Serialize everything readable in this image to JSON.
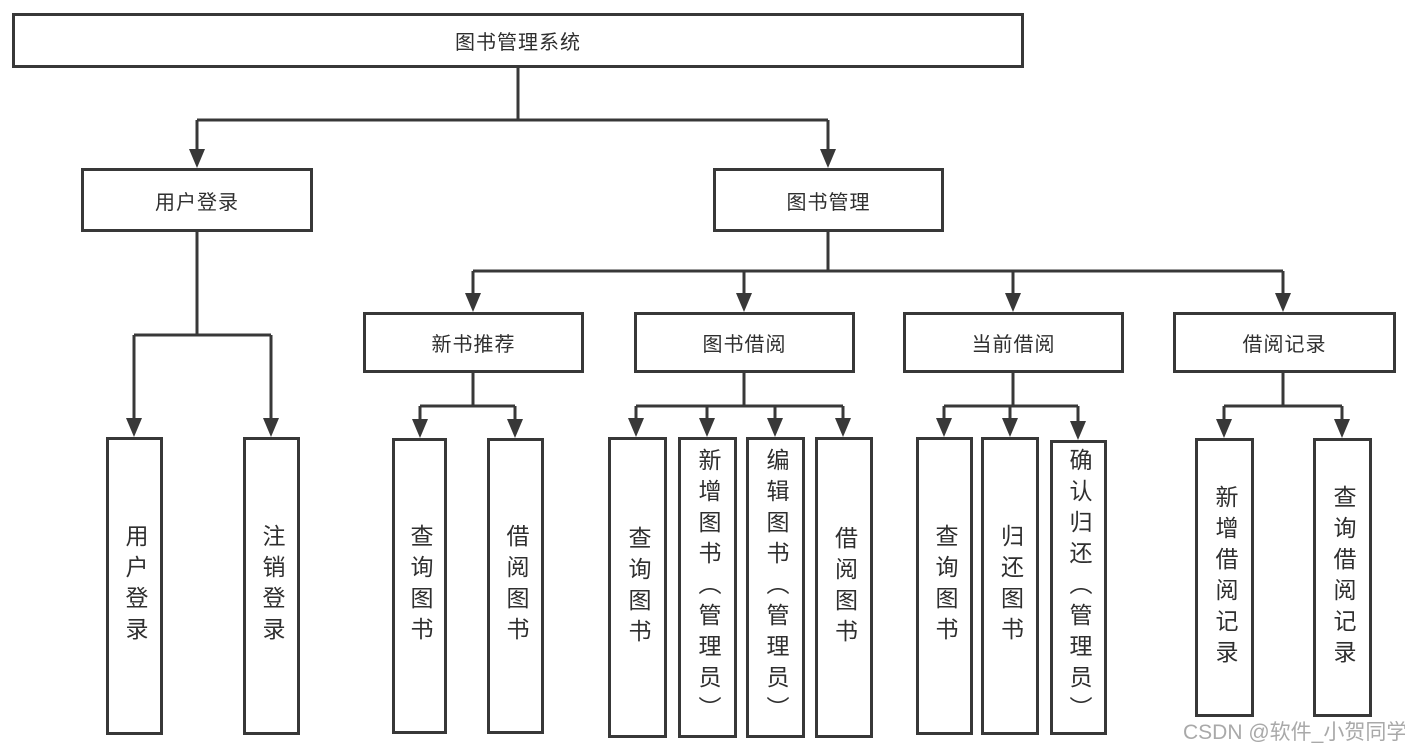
{
  "colors": {
    "line": "#383838",
    "text": "#2f2f2f",
    "box_background": "#ffffff",
    "watermark": "#a9a9a9"
  },
  "watermark": {
    "text": "CSDN @软件_小贺同学"
  },
  "tree": {
    "root": {
      "label": "图书管理系统"
    },
    "login": {
      "label": "用户登录",
      "children": [
        {
          "label": "用户登录"
        },
        {
          "label": "注销登录"
        }
      ]
    },
    "mgmt": {
      "label": "图书管理",
      "groups": [
        {
          "label": "新书推荐",
          "children": [
            {
              "label": "查询图书"
            },
            {
              "label": "借阅图书"
            }
          ]
        },
        {
          "label": "图书借阅",
          "children": [
            {
              "label": "查询图书"
            },
            {
              "label": "新增图书（管理员）"
            },
            {
              "label": "编辑图书（管理员）"
            },
            {
              "label": "借阅图书"
            }
          ]
        },
        {
          "label": "当前借阅",
          "children": [
            {
              "label": "查询图书"
            },
            {
              "label": "归还图书"
            },
            {
              "label": "确认归还（管理员）"
            }
          ]
        },
        {
          "label": "借阅记录",
          "children": [
            {
              "label": "新增借阅记录"
            },
            {
              "label": "查询借阅记录"
            }
          ]
        }
      ]
    }
  }
}
